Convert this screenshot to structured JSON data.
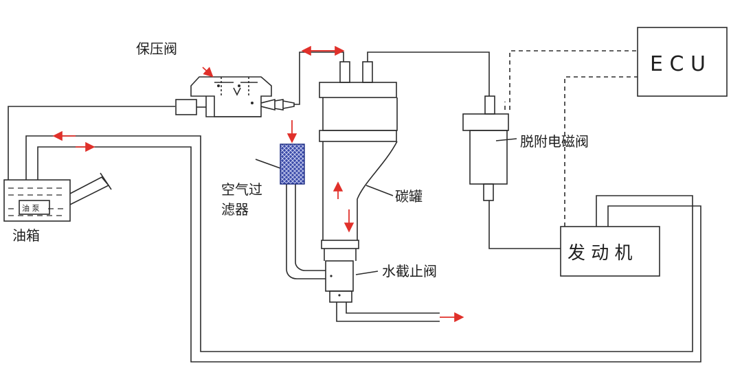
{
  "labels": {
    "pressure_valve": "保压阀",
    "ecu": "E C U",
    "desorption_valve": "脱附电磁阀",
    "air_filter_line1": "空气过",
    "air_filter_line2": "滤器",
    "canister": "碳罐",
    "water_stop_valve": "水截止阀",
    "engine": "发 动 机",
    "fuel_tank": "油箱",
    "fuel_pump": "油 泵"
  },
  "colors": {
    "line": "#2b2b2b",
    "flow_arrow": "#e0302a",
    "filter_fill": "#2f3f9e",
    "background": "#ffffff"
  }
}
